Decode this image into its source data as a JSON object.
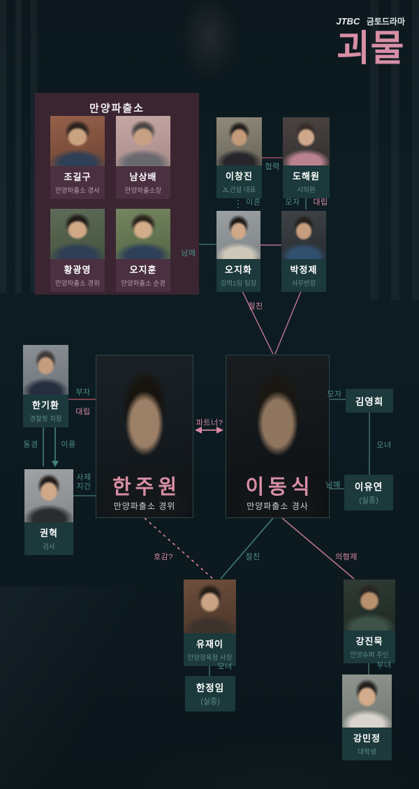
{
  "header": {
    "network": "JTBC",
    "tagline": "금토드라마",
    "title": "괴물"
  },
  "group_box": {
    "title": "만양파출소"
  },
  "characters": {
    "jogilgu": {
      "name": "조길구",
      "role": "만양파출소 경사"
    },
    "namsangbae": {
      "name": "남상배",
      "role": "만양파출소장"
    },
    "hwanggwangyoung": {
      "name": "황광영",
      "role": "만양파출소 경위"
    },
    "ojihoon": {
      "name": "오지훈",
      "role": "만양파출소 순경"
    },
    "leechangjin": {
      "name": "이창진",
      "role": "JL건설 대표"
    },
    "dohaewon": {
      "name": "도해원",
      "role": "시의원"
    },
    "ojihwa": {
      "name": "오지화",
      "role": "강력1팀 팀장"
    },
    "parkjungje": {
      "name": "박정제",
      "role": "서무반장"
    },
    "hankihwan": {
      "name": "한기환",
      "role": "경찰청 차장"
    },
    "kwonhyuk": {
      "name": "권혁",
      "role": "검사"
    },
    "hanjuwon": {
      "name": "한주원",
      "role": "만양파출소 경위"
    },
    "leedongsik": {
      "name": "이동식",
      "role": "만양파출소 경사"
    },
    "kimyounghee": {
      "name": "김영희",
      "role": ""
    },
    "leeyuyeon": {
      "name": "이유연",
      "role": "(실종)"
    },
    "yujaei": {
      "name": "유재이",
      "role": "만양정육점 사장"
    },
    "hanjungim": {
      "name": "한정임",
      "role": "(실종)"
    },
    "kangjinmook": {
      "name": "강진묵",
      "role": "만양슈퍼 주인"
    },
    "kangminjung": {
      "name": "강민정",
      "role": "대학생"
    }
  },
  "labels": {
    "cooperation": "협력",
    "divorce": "이혼",
    "mother_son_top": "모자",
    "rivalry_top": "대립",
    "siblings_top": "남매",
    "best_friends_top": "절친",
    "father_son": "부자",
    "rivalry_left": "대립",
    "admiration": "동경",
    "exploitation": "이용",
    "mentorship": "사제\n지간",
    "partner": "파트너?",
    "mother_son_right": "모자",
    "mother_daughter_right": "모녀",
    "siblings_right": "남매",
    "crush": "호감?",
    "best_friends_bottom": "절친",
    "sworn_brothers": "의형제",
    "mother_daughter_bottom": "모녀",
    "father_daughter": "부녀"
  },
  "colors": {
    "accent_pink": "#d88fa5",
    "accent_teal": "#4e8d87",
    "line_pink": "#c27890",
    "line_teal": "#3f6b66",
    "line_maroon": "#7d4051",
    "plum_box": "#3a2531",
    "plum_card": "#4a3040",
    "teal_plate": "#1c393b",
    "background": "#0c1a20"
  }
}
